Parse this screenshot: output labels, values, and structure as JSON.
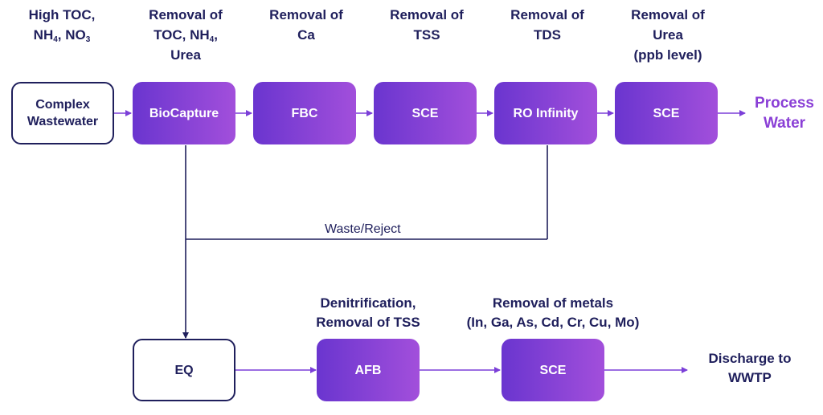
{
  "headers": {
    "h1_line1": "High TOC,",
    "h1_nh": "NH",
    "h1_sub4": "4",
    "h1_no": ", NO",
    "h1_sub3": "3",
    "h2_line1": "Removal of",
    "h2_toc": "TOC,  NH",
    "h2_sub4": "4",
    "h2_comma": ",",
    "h2_line3": "Urea",
    "h3_line1": "Removal of",
    "h3_line2": "Ca",
    "h4_line1": "Removal of",
    "h4_line2": "TSS",
    "h5_line1": "Removal of",
    "h5_line2": "TDS",
    "h6_line1": "Removal of",
    "h6_line2": "Urea",
    "h6_line3": "(ppb level)"
  },
  "top_row": {
    "complex_line1": "Complex",
    "complex_line2": "Wastewater",
    "biocapture": "BioCapture",
    "fbc": "FBC",
    "sce1": "SCE",
    "ro": "RO Infinity",
    "sce2": "SCE",
    "process_line1": "Process",
    "process_line2": "Water"
  },
  "waste_label": "Waste/Reject",
  "bottom_headers": {
    "denit_line1": "Denitrification,",
    "denit_line2": "Removal of TSS",
    "metals_line1": "Removal of metals",
    "metals_line2": "(In, Ga, As, Cd, Cr, Cu, Mo)"
  },
  "bottom_row": {
    "eq": "EQ",
    "afb": "AFB",
    "sce3": "SCE",
    "discharge_line1": "Discharge to",
    "discharge_line2": "WWTP"
  },
  "colors": {
    "navy": "#1f1f5c",
    "purple_start": "#6a35cf",
    "purple_end": "#a24fdb",
    "arrow": "#8a3fd6"
  }
}
